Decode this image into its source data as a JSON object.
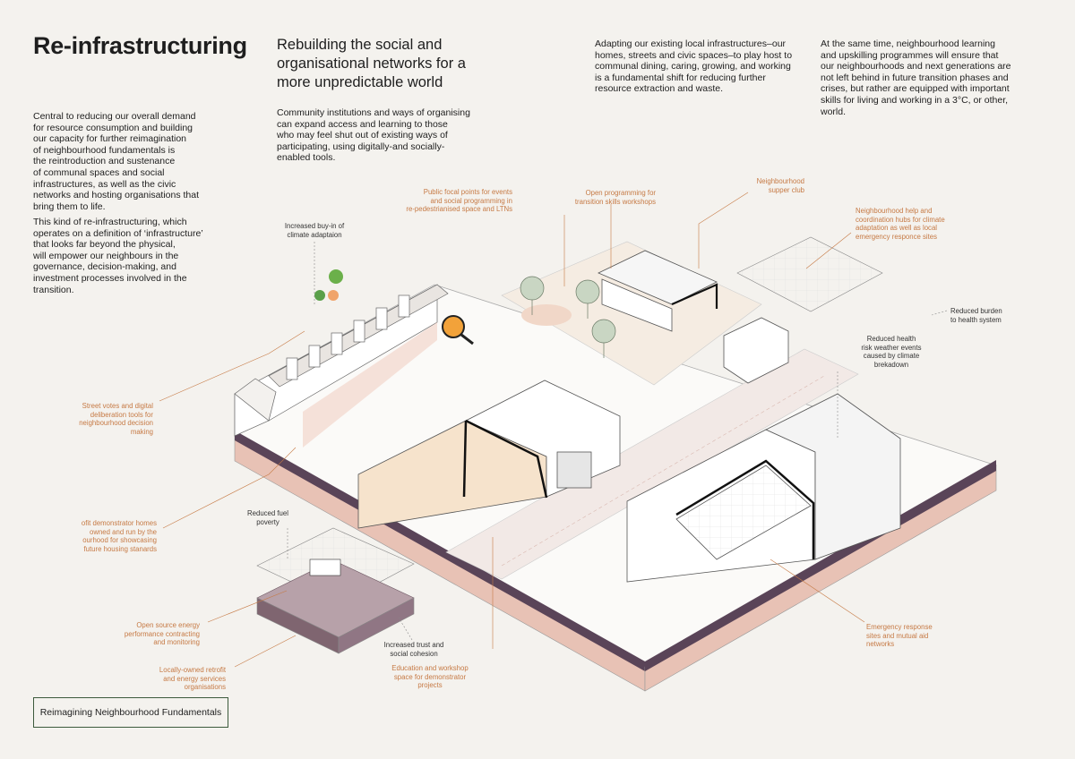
{
  "header": {
    "title": "Re-infrastructuring",
    "subtitle": "Rebuilding the social and organisational networks for a more unpredictable world"
  },
  "left_column": {
    "para1": "Central to reducing our overall demand\nfor resource consumption and building\nour capacity for further reimagination\nof neighbourhood fundamentals is\nthe reintroduction and sustenance\nof communal spaces and social\ninfrastructures, as well as the civic\nnetworks and hosting organisations that\nbring them to life.",
    "para2": "This kind of re-infrastructuring, which\noperates on a definition of ‘infrastructure’\nthat looks far beyond the physical,\nwill empower our neighbours in the\ngovernance, decision-making, and\ninvestment processes involved in the\ntransition."
  },
  "middle_text": "Community institutions and ways of organising\ncan expand access and learning to those\nwho may feel shut out of existing ways of\nparticipating, using digitally-and socially-\nenabled tools.",
  "right_text_1": "Adapting our existing local infrastructures–our\nhomes, streets and civic spaces–to play host to\ncommunal dining, caring, growing, and working\nis a fundamental shift for reducing further\nresource extraction and waste.",
  "right_text_2": "At the same time, neighbourhood learning\nand upskilling programmes will ensure that\nour neighbourhoods and next generations are\nnot left behind in future transition phases and\ncrises, but rather are equipped with important\nskills for living and working in a 3°C, or other,\nworld.",
  "annotations": {
    "public_focal": "Public focal points for events\nand social programming in\nre-pedestrianised space and LTNs",
    "open_programming": "Open programming for\ntransition skills workshops",
    "supper_club": "Neighbourhood\nsupper club",
    "help_hubs": "Neighbourhood help and\ncoordination hubs for climate\nadaptation as well as local\nemergency responce sites",
    "buy_in": "Increased buy-in of\nclimate adaptaion",
    "reduced_burden": "Reduced burden\nto health system",
    "reduced_health_risk": "Reduced health\nrisk weather events\ncaused by climate\nbrekadown",
    "street_votes": "Street votes and digital\ndeliberation tools for\nneighbourhood decision\nmaking",
    "retrofit_homes": "ofit demonstrator homes\nowned and run by the\nourhood for showcasing\nfuture housing stanards",
    "fuel_poverty": "Reduced fuel\npoverty",
    "open_source_energy": "Open source energy\nperformance contracting\nand monitoring",
    "trust": "Increased trust and\nsocial cohesion",
    "locally_owned": "Locally-owned retrofit\nand energy services\norganisations",
    "education": "Education and workshop\nspace for demonstrator\nprojects",
    "emergency": "Emergency response\nsites and mutual aid\nnetworks"
  },
  "footer": {
    "label": "Reimagining Neighbourhood Fundamentals"
  },
  "colors": {
    "background": "#f4f2ee",
    "accent_orange": "#c67a45",
    "soil_pink": "#e8c2b5",
    "soil_purple": "#5a4458",
    "frame_green": "#3c5a3c"
  }
}
